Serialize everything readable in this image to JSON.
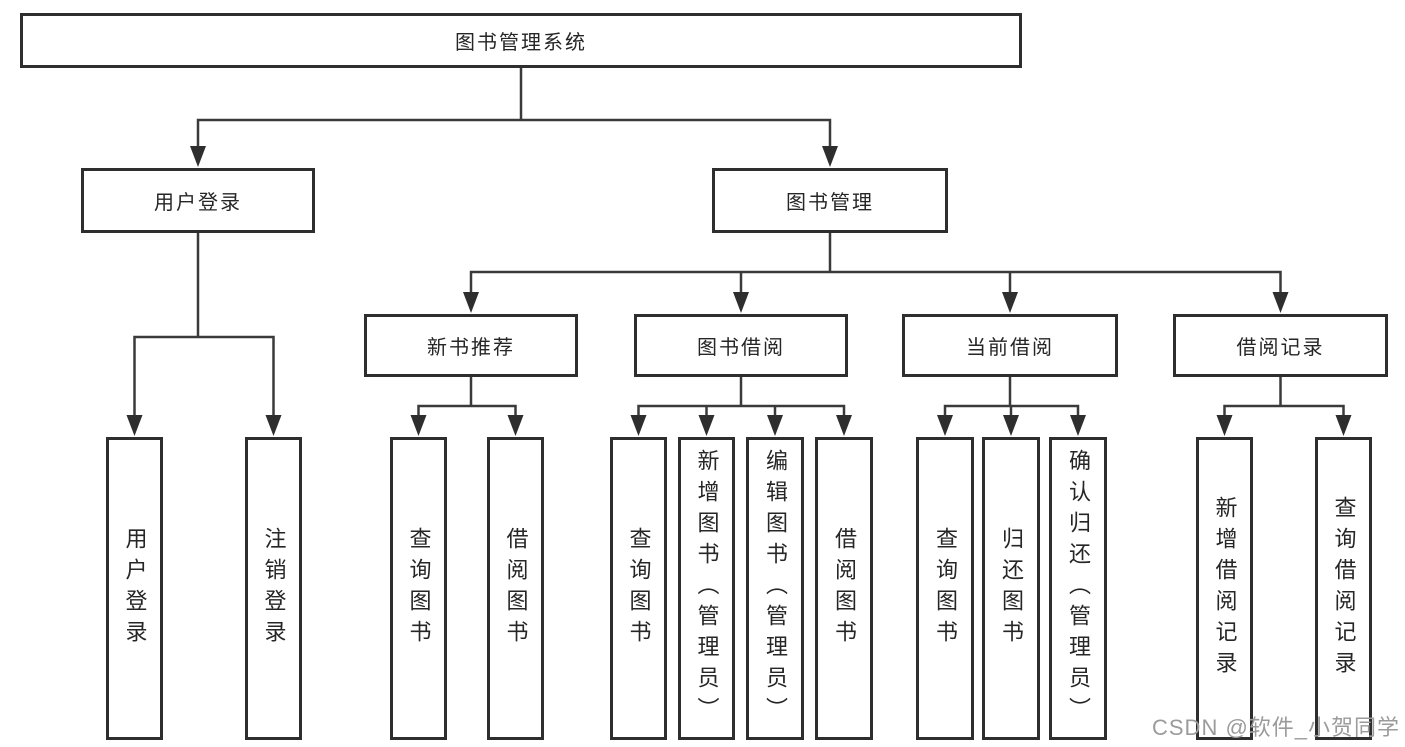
{
  "nodes": {
    "root": {
      "label": "图书管理系统"
    },
    "branches": [
      {
        "label": "用户登录",
        "leaves": [
          "用户登录",
          "注销登录"
        ]
      },
      {
        "label": "图书管理",
        "groups": [
          {
            "label": "新书推荐",
            "leaves": [
              "查询图书",
              "借阅图书"
            ]
          },
          {
            "label": "图书借阅",
            "leaves": [
              "查询图书",
              "新增图书（管理员）",
              "编辑图书（管理员）",
              "借阅图书"
            ]
          },
          {
            "label": "当前借阅",
            "leaves": [
              "查询图书",
              "归还图书",
              "确认归还（管理员）"
            ]
          },
          {
            "label": "借阅记录",
            "leaves": [
              "新增借阅记录",
              "查询借阅记录"
            ]
          }
        ]
      }
    ]
  },
  "watermark": "CSDN @软件_小贺同学",
  "colors": {
    "line": "#3a3a3a",
    "border": "#2e2e2e",
    "text": "#262626",
    "watermark": "#9b9b9b",
    "background": "#ffffff"
  }
}
